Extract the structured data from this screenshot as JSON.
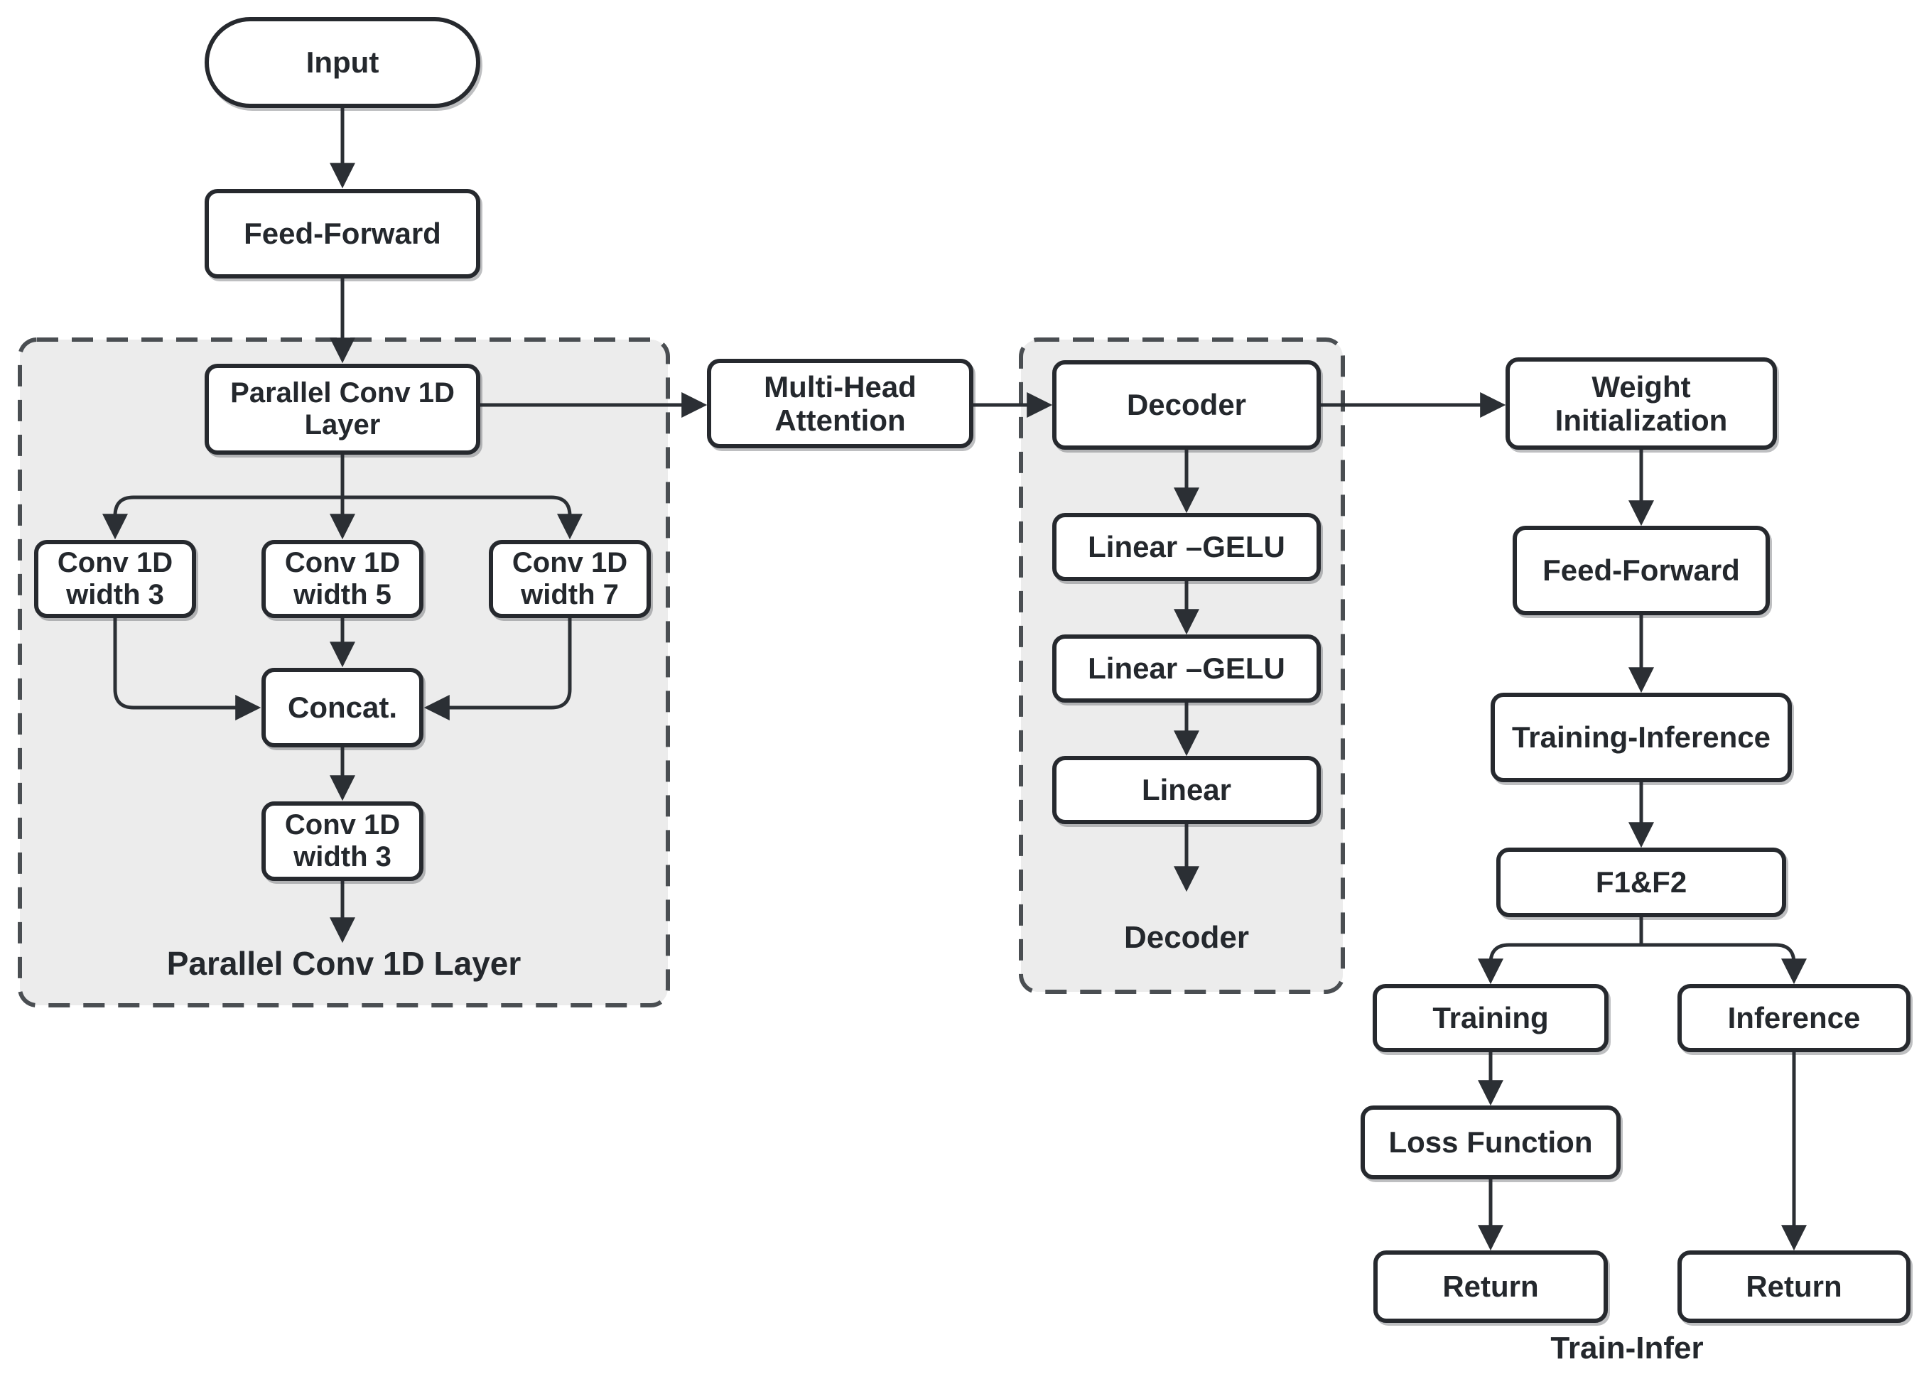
{
  "flowchart": {
    "nodes": {
      "input": "Input",
      "feed_forward_top": "Feed-Forward",
      "parallel_conv_head": "Parallel Conv 1D Layer",
      "conv_width_3": "Conv 1D width 3",
      "conv_width_5": "Conv 1D width 5",
      "conv_width_7": "Conv 1D width 7",
      "concat": "Concat.",
      "conv_width_3_out": "Conv 1D width 3",
      "multi_head_attention": "Multi-Head Attention",
      "decoder": "Decoder",
      "linear_gelu_1": "Linear –GELU",
      "linear_gelu_2": "Linear –GELU",
      "linear": "Linear",
      "weight_initialization": "Weight Initialization",
      "feed_forward_right": "Feed-Forward",
      "training_inference": "Training-Inference",
      "f1_f2": "F1&F2",
      "training": "Training",
      "inference": "Inference",
      "loss_function": "Loss Function",
      "return_training": "Return",
      "return_inference": "Return"
    },
    "group_labels": {
      "parallel_conv": "Parallel Conv 1D Layer",
      "decoder": "Decoder",
      "train_infer": "Train-Infer"
    },
    "colors": {
      "ink": "#26292e",
      "arrow": "#2b2f34",
      "group_fill": "#ececec",
      "group_border": "#4a4e52",
      "background": "#ffffff"
    }
  }
}
